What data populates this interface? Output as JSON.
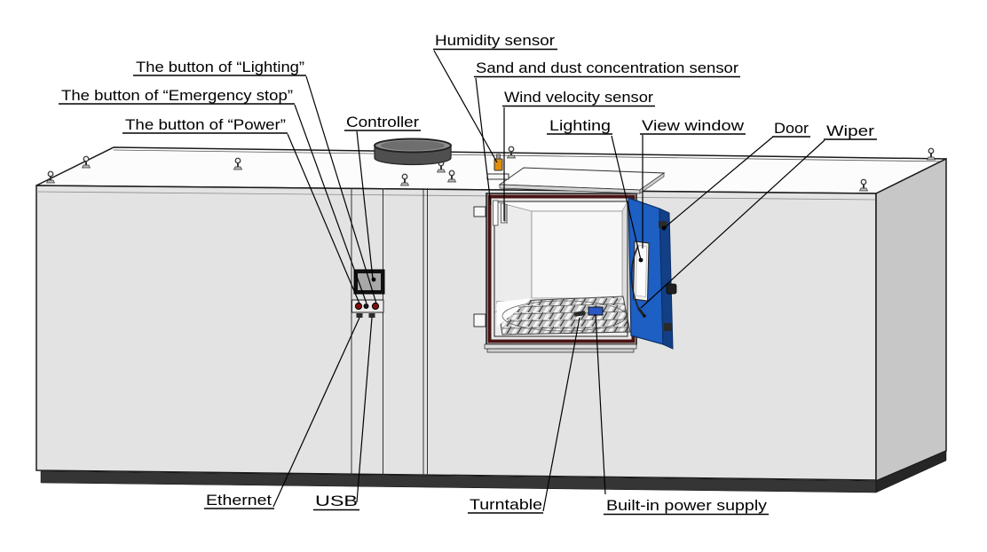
{
  "labels": {
    "humidity_sensor": "Humidity sensor",
    "sand_dust_sensor": "Sand and dust concentration sensor",
    "wind_velocity_sensor": "Wind velocity sensor",
    "lighting": "Lighting",
    "view_window": "View window",
    "door": "Door",
    "wiper": "Wiper",
    "button_lighting": "The button of “Lighting”",
    "button_emergency": "The button of “Emergency stop”",
    "button_power": "The button of “Power”",
    "controller": "Controller",
    "ethernet": "Ethernet",
    "usb": "USB",
    "turntable": "Turntable",
    "built_in_power_supply": "Built-in power supply"
  },
  "colors": {
    "body_top": "#fcfcfc",
    "body_front": "#e3e3e3",
    "body_side": "#c7c7c7",
    "base_dark": "#353535",
    "frame_maroon": "#4a1414",
    "door_blue": "#1d5fc2",
    "door_edge_blue": "#123f85",
    "sensor_orange": "#e08e0a",
    "power_supply_blue": "#2b59c3"
  }
}
